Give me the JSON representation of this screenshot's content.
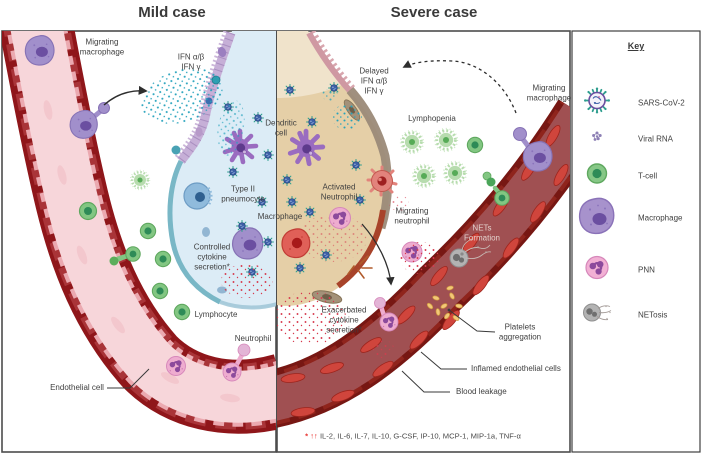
{
  "titles": {
    "mild": "Mild case",
    "severe": "Severe case"
  },
  "mild": {
    "labels": {
      "migrating_macrophage": "Migrating\nmacrophage",
      "ifn": "IFN α/β\nIFN γ",
      "dendritic_cell": "Dendritic\ncell",
      "type2_pneumocyte": "Type II\npneumocyte",
      "macrophage": "Macrophage",
      "controlled_cytokine": "Controlled\ncytokine\nsecretion*",
      "lymphocyte": "Lymphocyte",
      "neutrophil": "Neutrophil",
      "endothelial_cell": "Endothelial cell"
    }
  },
  "severe": {
    "labels": {
      "delayed_ifn": "Delayed\nIFN α/β\nIFN γ",
      "migrating_macrophage": "Migrating\nmacrophage",
      "lymphopenia": "Lymphopenia",
      "activated_neutrophil": "Activated\nNeutrophil",
      "migrating_neutrophil": "Migrating\nneutrophil",
      "nets_formation": "NETs\nFormation",
      "exacerbated_cytokine": "Exacerbated\ncytokine\nsecretion*",
      "platelets_aggregation": "Platelets\naggregation",
      "inflamed_endothelial": "Inflamed endothelial cells",
      "blood_leakage": "Blood leakage"
    }
  },
  "footnote": {
    "marker": "* ↑↑",
    "text": "IL-2, IL-6, IL-7, IL-10, G-CSF, IP-10, MCP-1, MIP-1a, TNF-α"
  },
  "key": {
    "title": "Key",
    "items": [
      {
        "icon": "sars-cov-2",
        "label": "SARS-CoV-2"
      },
      {
        "icon": "viral-rna",
        "label": "Viral RNA"
      },
      {
        "icon": "t-cell",
        "label": "T-cell"
      },
      {
        "icon": "macrophage",
        "label": "Macrophage"
      },
      {
        "icon": "pnn",
        "label": "PNN"
      },
      {
        "icon": "netosis",
        "label": "NETosis"
      }
    ]
  },
  "colors": {
    "box_border": "#4d4d4d",
    "mild_vessel_wall": "#8f161a",
    "mild_vessel_lumen": "#f7d6da",
    "severe_vessel_wall": "#771713",
    "severe_vessel_lumen": "#a05052",
    "inflamed_cell": "#d0453c",
    "mild_alveolus": "#dcecf6",
    "severe_alveolus": "#e5cfa7",
    "ifn_dots": "#27a3bd",
    "cytokine_dots": "#d63a4e",
    "tcell": "#82c682",
    "macrophage": "#a18fcb",
    "pnn": "#eeaccf",
    "netosis": "#b3b3b3",
    "platelet": "#f3c878",
    "footnote_marker": "#e8312e",
    "label_text": "#3f3f3f"
  }
}
